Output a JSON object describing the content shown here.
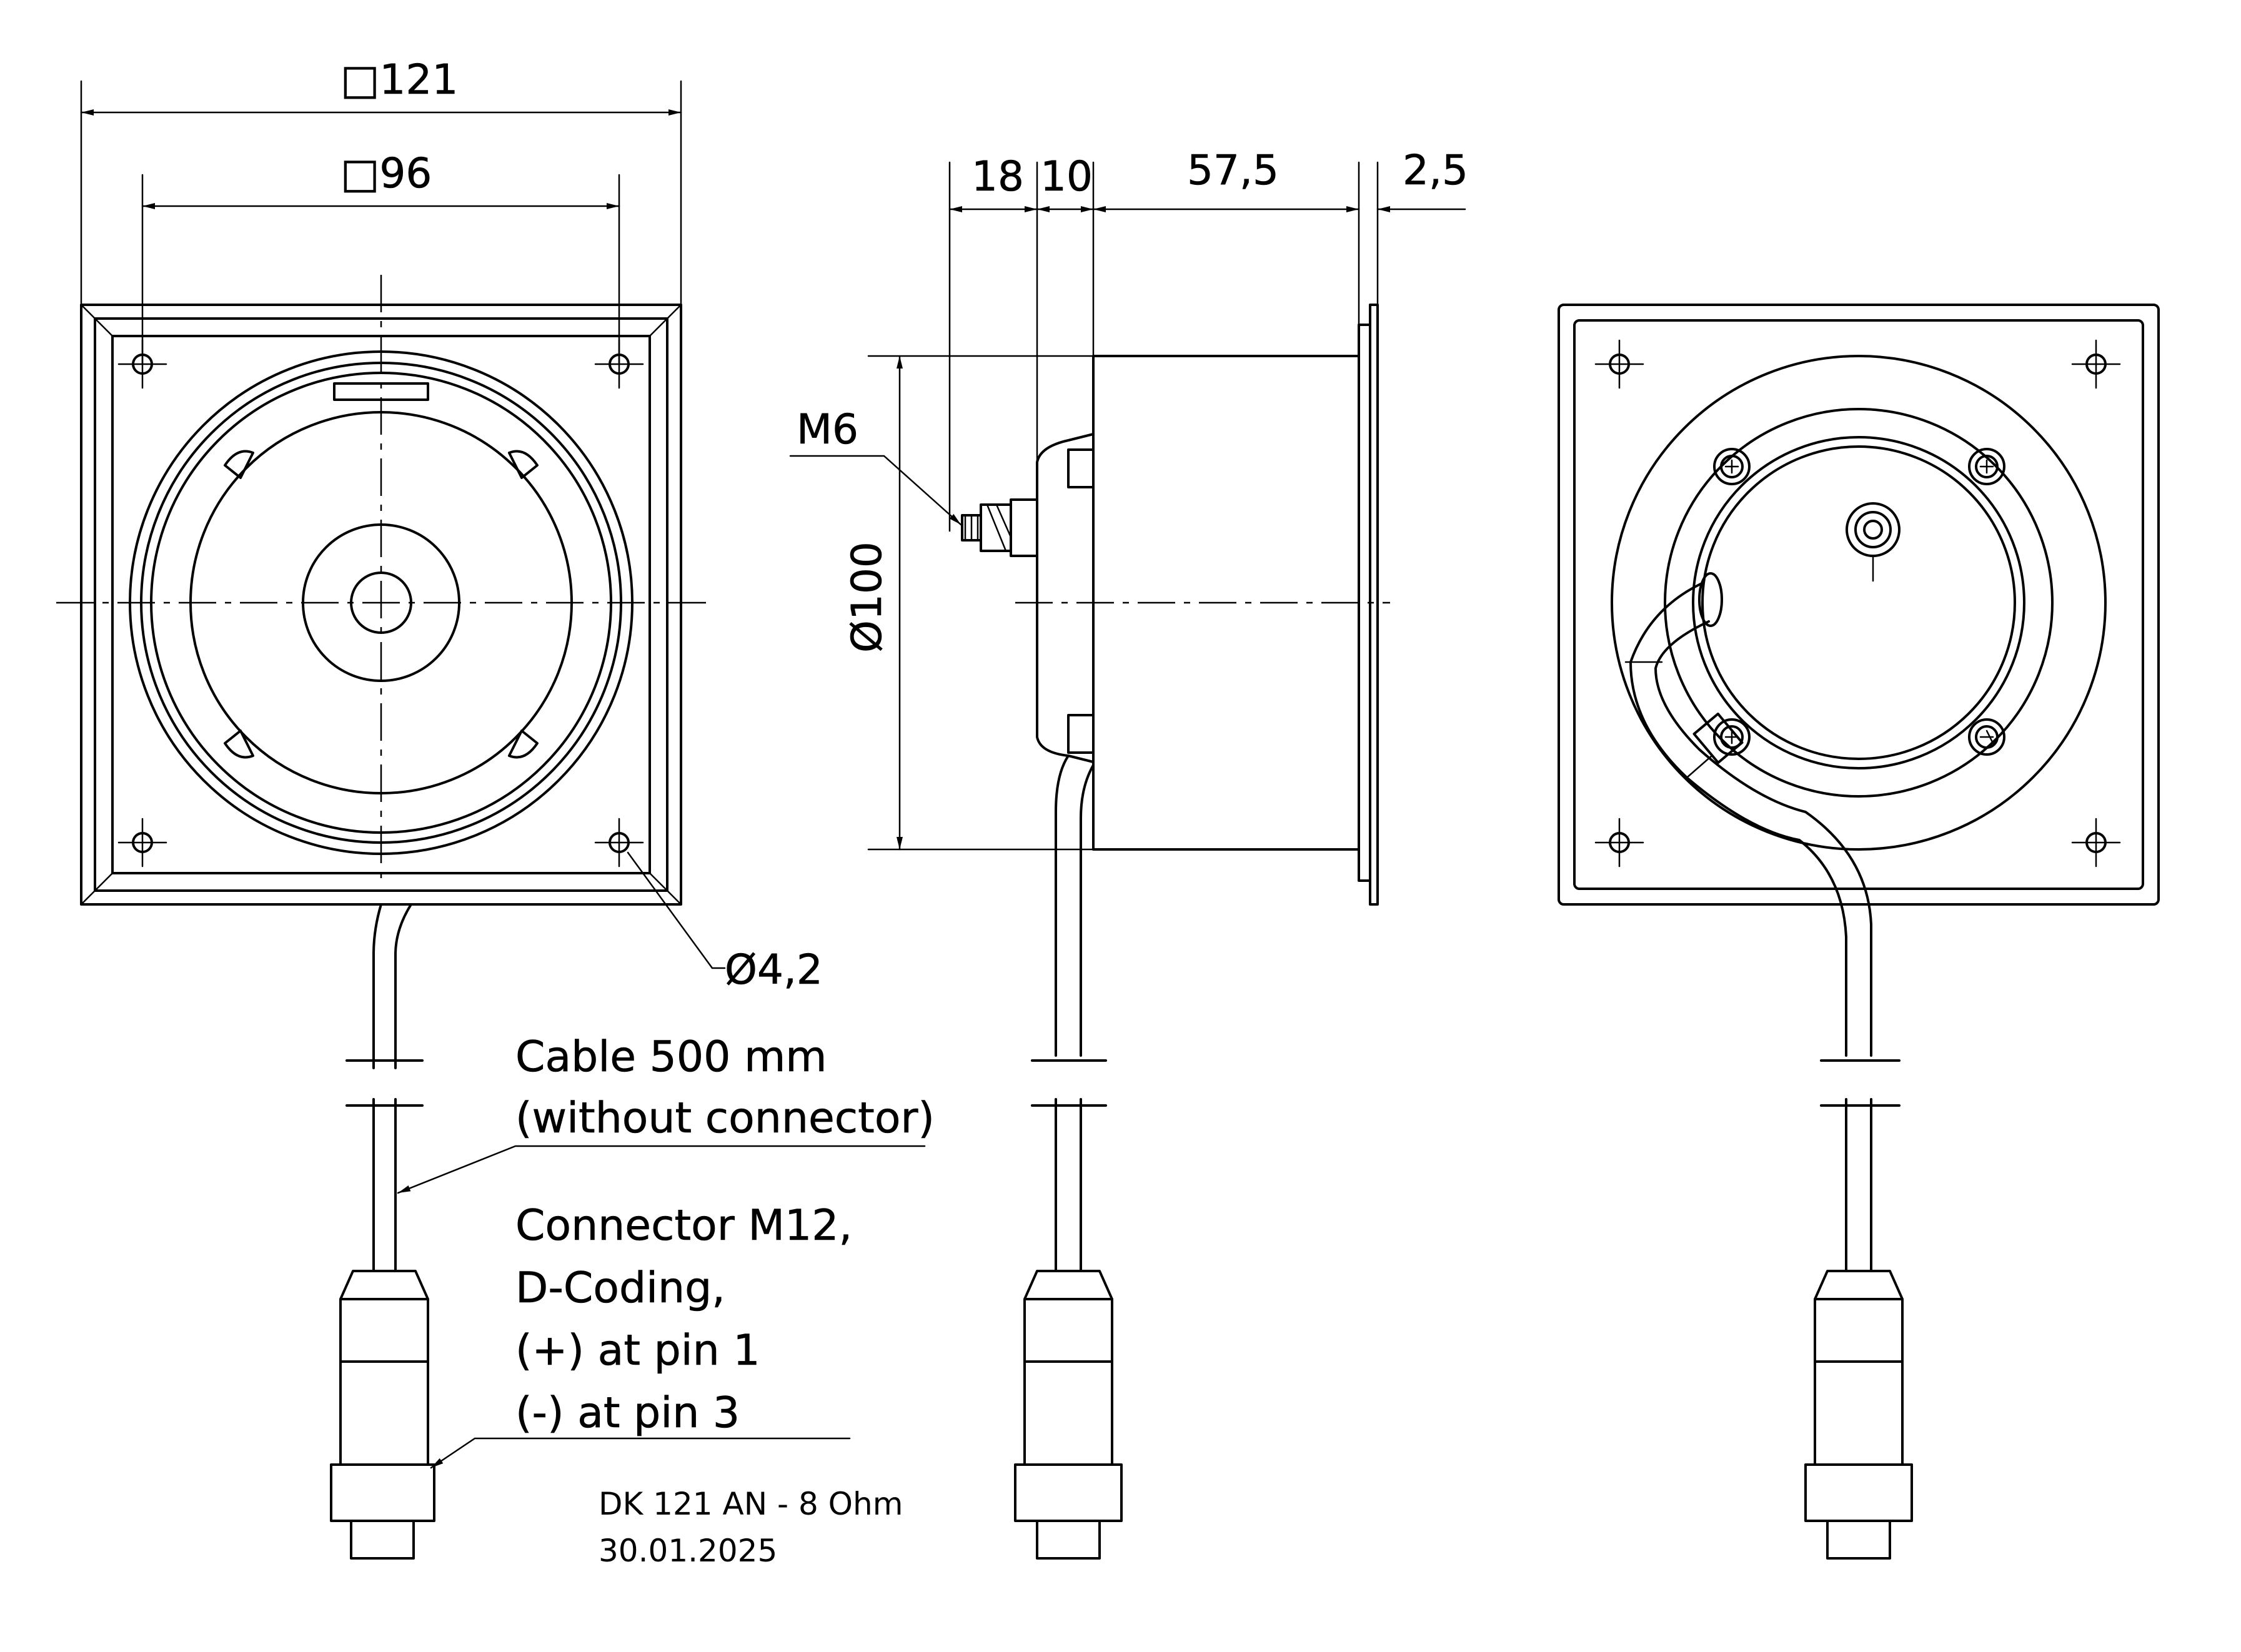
{
  "dimensions": {
    "outer_square": "□121",
    "inner_square": "□96",
    "depth_18": "18",
    "depth_10": "10",
    "depth_57_5": "57,5",
    "depth_2_5": "2,5",
    "thread": "M6",
    "diameter_100": "Ø100",
    "hole_diameter": "Ø4,2"
  },
  "notes": {
    "cable_line1": "Cable 500 mm",
    "cable_line2": "(without connector)",
    "connector_line1": "Connector M12,",
    "connector_line2": "D-Coding,",
    "connector_line3": "(+) at pin 1",
    "connector_line4": "(-) at pin 3"
  },
  "title_block": {
    "model": "DK 121 AN - 8 Ohm",
    "date": "30.01.2025"
  }
}
